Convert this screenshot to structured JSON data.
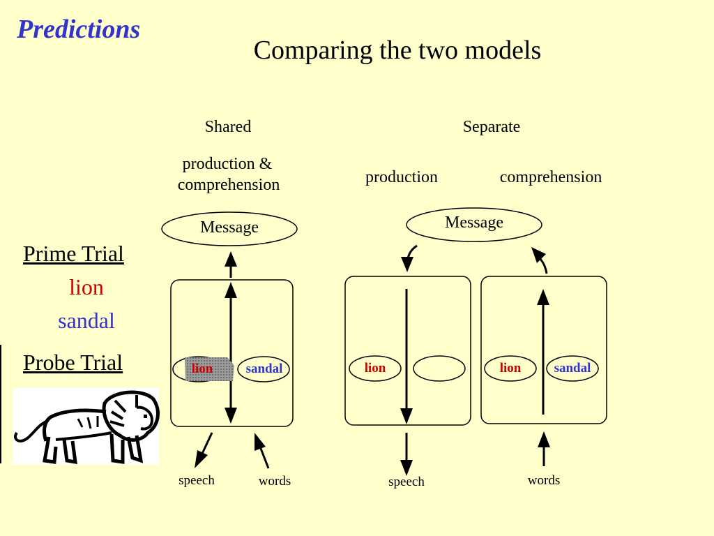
{
  "header": {
    "corner_title": "Predictions",
    "title": "Comparing the two models"
  },
  "shared_model": {
    "heading": "Shared",
    "subheading_line1": "production &",
    "subheading_line2": "comprehension",
    "message": "Message",
    "node_left": "lion",
    "node_right": "sandal",
    "output_label": "speech",
    "input_label": "words"
  },
  "separate_model": {
    "heading": "Separate",
    "production_label": "production",
    "comprehension_label": "comprehension",
    "message": "Message",
    "production_node_left": "lion",
    "production_node_right": "",
    "comprehension_node_left": "lion",
    "comprehension_node_right": "sandal",
    "output_label": "speech",
    "input_label": "words"
  },
  "trials": {
    "prime_heading": "Prime Trial",
    "prime_word_1": "lion",
    "prime_word_2": "sandal",
    "probe_heading": "Probe Trial"
  },
  "colors": {
    "background": "#ffffcc",
    "accent_blue": "#3333cc",
    "accent_red": "#cc0000",
    "highlight_fill": "#8a8a8a"
  }
}
